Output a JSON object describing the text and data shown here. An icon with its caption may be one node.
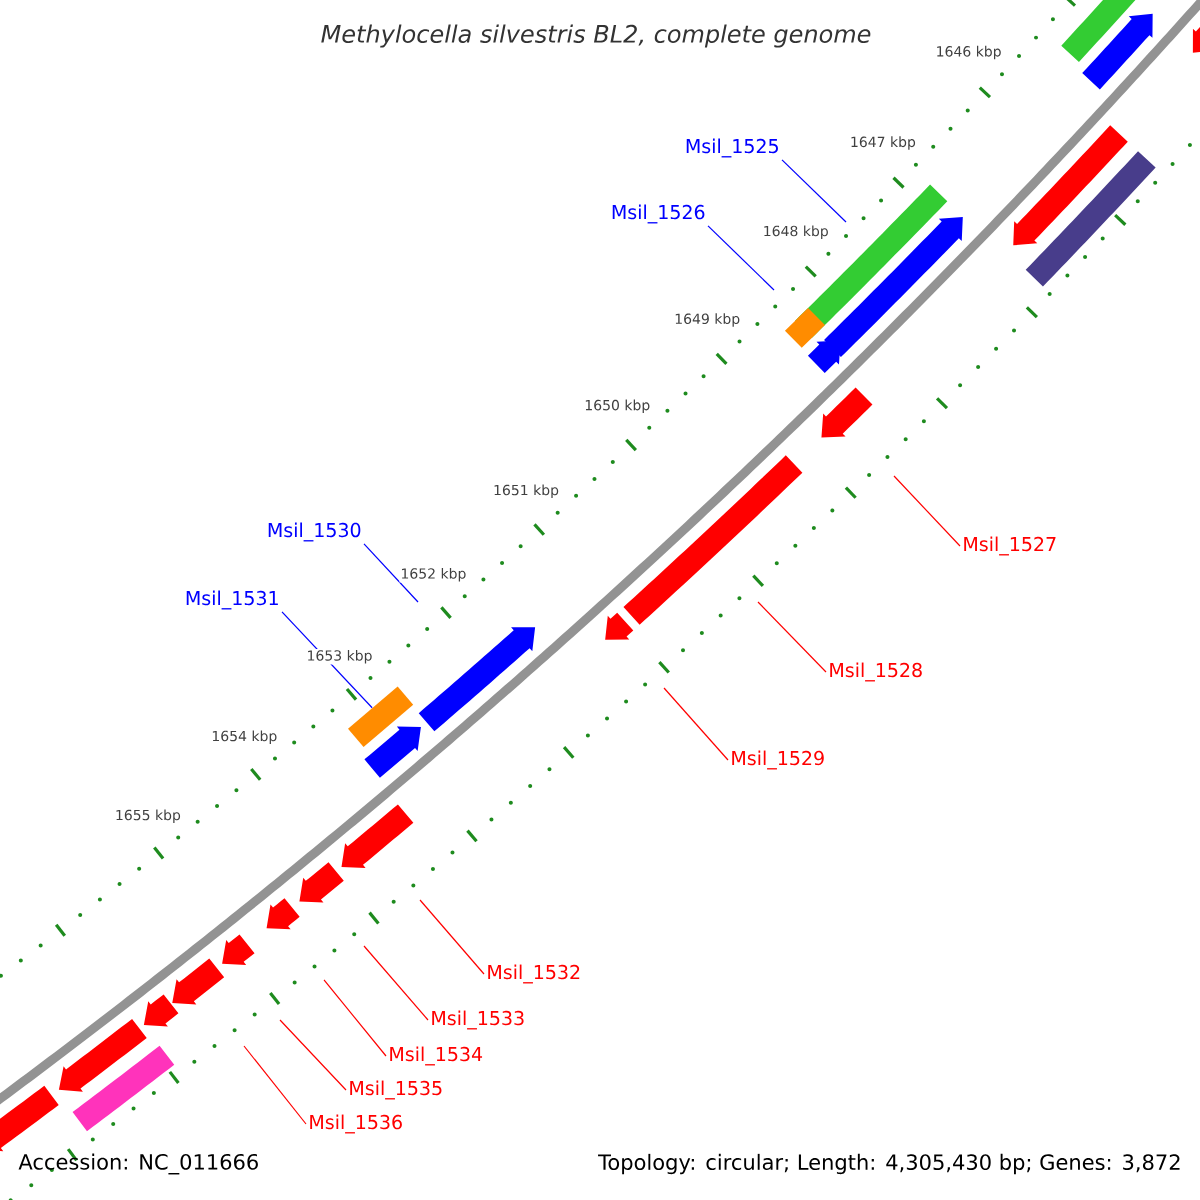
{
  "diagram": {
    "title": "Methylocella silvestris BL2, complete genome",
    "nodes": [
      {
        "text": [
          "Msil_1525"
        ]
      },
      {
        "text": [
          "Msil_1526"
        ]
      },
      {
        "text": [
          "Msil_1530"
        ]
      },
      {
        "text": [
          "Msil_1527"
        ]
      },
      {
        "text": [
          "Msil_1531"
        ]
      },
      {
        "text": [
          "Msil_1528"
        ]
      },
      {
        "text": [
          "Msil_1529"
        ]
      },
      {
        "text": [
          "Msil_1532"
        ]
      },
      {
        "text": [
          "Msil_1533"
        ]
      },
      {
        "text": [
          "Msil_1534"
        ]
      },
      {
        "text": [
          "Msil_1535"
        ]
      },
      {
        "text": [
          "Msil_1536"
        ]
      },
      {
        "text": [],
        "shape": "bar"
      }
    ],
    "edges": [
      {
        "from": 0,
        "to": null,
        "arrow": "none",
        "color": "#0000ff"
      },
      {
        "from": 1,
        "to": null,
        "arrow": "none",
        "color": "#0000ff"
      },
      {
        "from": 2,
        "to": null,
        "arrow": "none",
        "color": "#0000ff"
      },
      {
        "from": 3,
        "to": null,
        "arrow": "none"
      },
      {
        "from": 4,
        "to": 12,
        "arrow": "none",
        "color": "#0000ff"
      },
      {
        "from": 5,
        "to": null,
        "arrow": "none"
      },
      {
        "from": 6,
        "to": null,
        "arrow": "none"
      },
      {
        "from": 7,
        "to": null,
        "arrow": "none"
      },
      {
        "from": 8,
        "to": null,
        "arrow": "none"
      },
      {
        "from": 9,
        "to": null,
        "arrow": "none"
      },
      {
        "from": 10,
        "to": null,
        "arrow": "none"
      },
      {
        "from": 11,
        "to": null,
        "arrow": "none"
      }
    ],
    "labels": [
      "1646 kbp",
      "1647 kbp",
      "1648 kbp",
      "1649 kbp",
      "1650 kbp",
      "1651 kbp",
      "1652 kbp",
      "1653 kbp",
      "1654 kbp",
      "1655 kbp",
      "Accession: NC_011666",
      "Topology: circular; Length: 4,305,430 bp; Genes: 3,872"
    ]
  }
}
